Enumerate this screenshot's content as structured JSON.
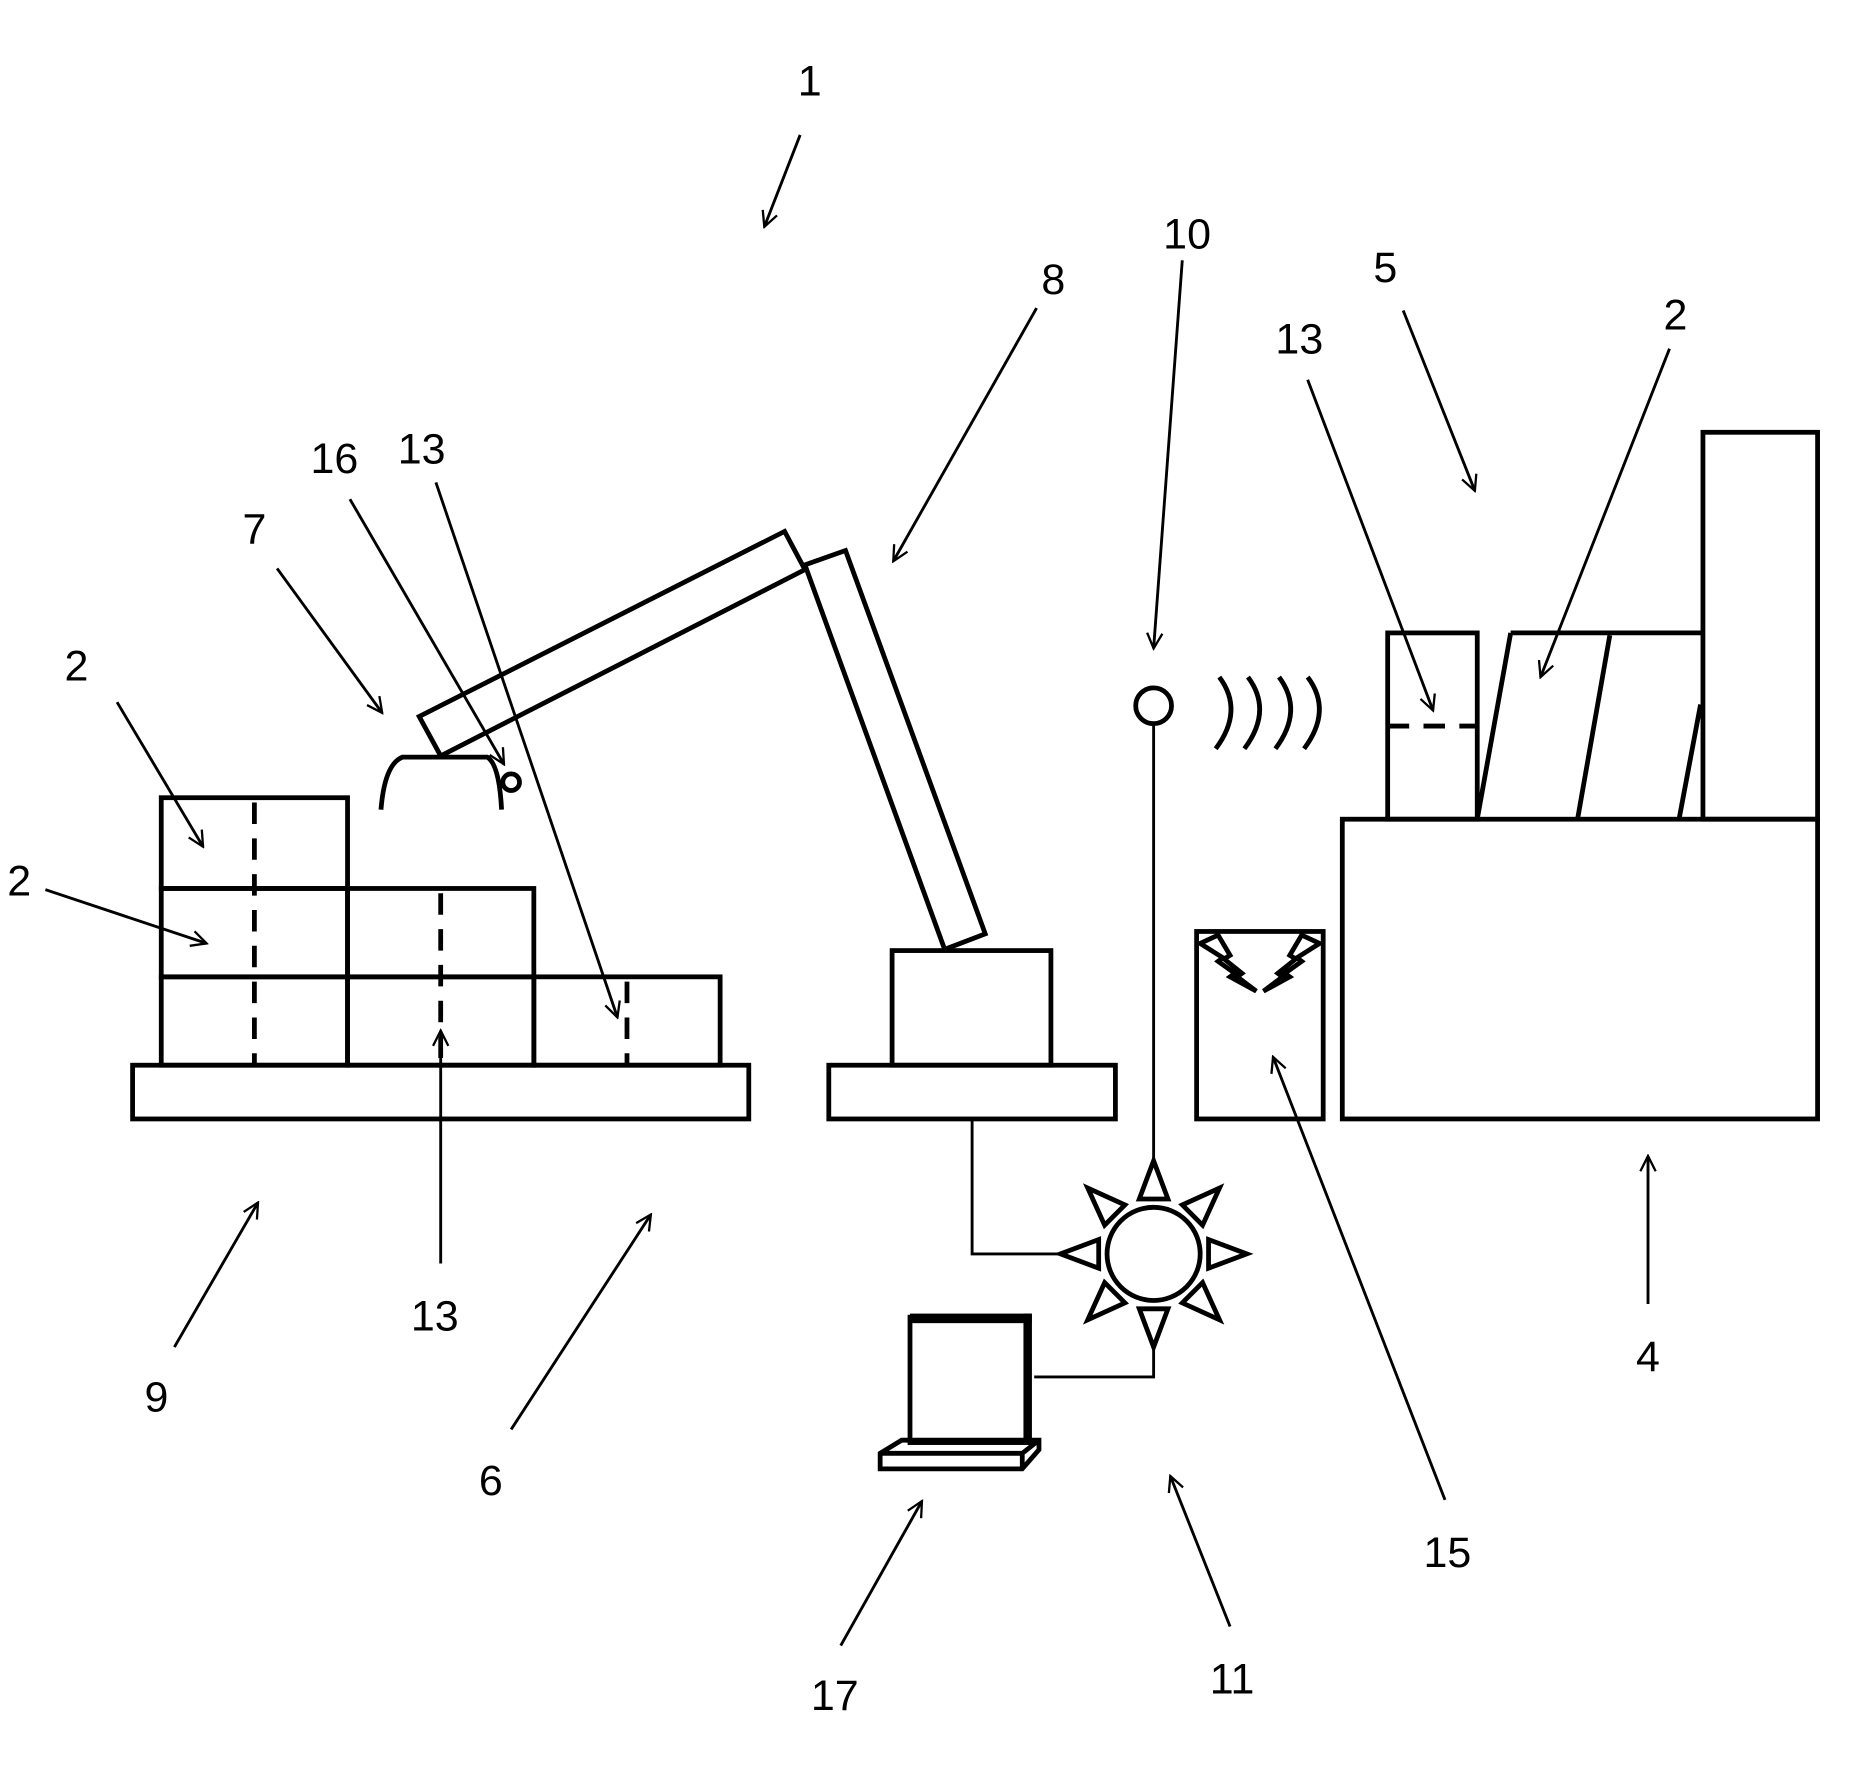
{
  "figure": {
    "type": "patent-drawing",
    "background": "#ffffff",
    "line_color": "#000000",
    "labels": {
      "system": "1",
      "goods_top_left": "2",
      "goods_mid_left": "2",
      "goods_right": "2",
      "sensor_right": "13",
      "sensor_top": "13",
      "sensor_bottom": "13",
      "gripper": "7",
      "gripper_sensor": "16",
      "robot_arm": "8",
      "reader": "10",
      "station_right": "5",
      "storage_unit": "4",
      "energy_unit": "15",
      "network": "11",
      "computer": "17",
      "robot_base": "6",
      "pallet": "9"
    },
    "components": [
      {
        "id": "pallet",
        "label": "9"
      },
      {
        "id": "robot",
        "label": "6"
      },
      {
        "id": "robot-arm",
        "label": "8"
      },
      {
        "id": "gripper",
        "label": "7"
      },
      {
        "id": "reader-antenna",
        "label": "10"
      },
      {
        "id": "network-hub",
        "label": "11"
      },
      {
        "id": "computer",
        "label": "17"
      },
      {
        "id": "charger",
        "label": "15"
      },
      {
        "id": "storage-rack",
        "label": "4"
      },
      {
        "id": "goods-group",
        "label": "5"
      }
    ]
  }
}
